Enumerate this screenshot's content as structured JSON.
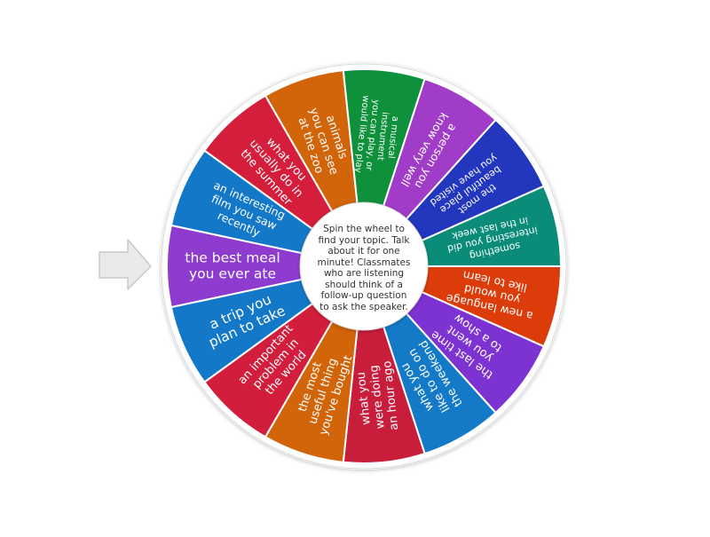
{
  "wheel": {
    "center_text": "Spin the wheel to find your topic. Talk about it for one minute! Classmates who are listening should think of a follow-up question to ask the speaker.",
    "pointer_icon": "arrow-right-icon",
    "segments": [
      {
        "lines": [
          "the best meal",
          "you ever ate"
        ],
        "color": "#8e3cd0"
      },
      {
        "lines": [
          "an interesting",
          "film you saw",
          "recently"
        ],
        "color": "#1478c8"
      },
      {
        "lines": [
          "what you",
          "usually do in",
          "the summer"
        ],
        "color": "#d41e3c"
      },
      {
        "lines": [
          "animals",
          "you can see",
          "at the zoo"
        ],
        "color": "#d2640a"
      },
      {
        "lines": [
          "a musical",
          "instrument",
          "you can play, or",
          "would like to play"
        ],
        "color": "#0f913c"
      },
      {
        "lines": [
          "a person you",
          "know very well"
        ],
        "color": "#a03cc8"
      },
      {
        "lines": [
          "the most",
          "beautiful place",
          "you have visited"
        ],
        "color": "#2337be"
      },
      {
        "lines": [
          "something",
          "interesting you did",
          "in the last week"
        ],
        "color": "#0a8c78"
      },
      {
        "lines": [
          "a new language",
          "you would",
          "like to learn"
        ],
        "color": "#dc3c0a"
      },
      {
        "lines": [
          "the last time",
          "you went",
          "to a show"
        ],
        "color": "#7d32d2"
      },
      {
        "lines": [
          "what you",
          "like to do on",
          "the weekend"
        ],
        "color": "#147ac8"
      },
      {
        "lines": [
          "what you",
          "were doing",
          "an hour ago"
        ],
        "color": "#c81e3c"
      },
      {
        "lines": [
          "the most",
          "useful thing",
          "you've bought"
        ],
        "color": "#d2640a"
      },
      {
        "lines": [
          "an important",
          "problem in",
          "the world"
        ],
        "color": "#d21e3c"
      },
      {
        "lines": [
          "a trip you",
          "plan to take"
        ],
        "color": "#1478c8"
      }
    ]
  }
}
